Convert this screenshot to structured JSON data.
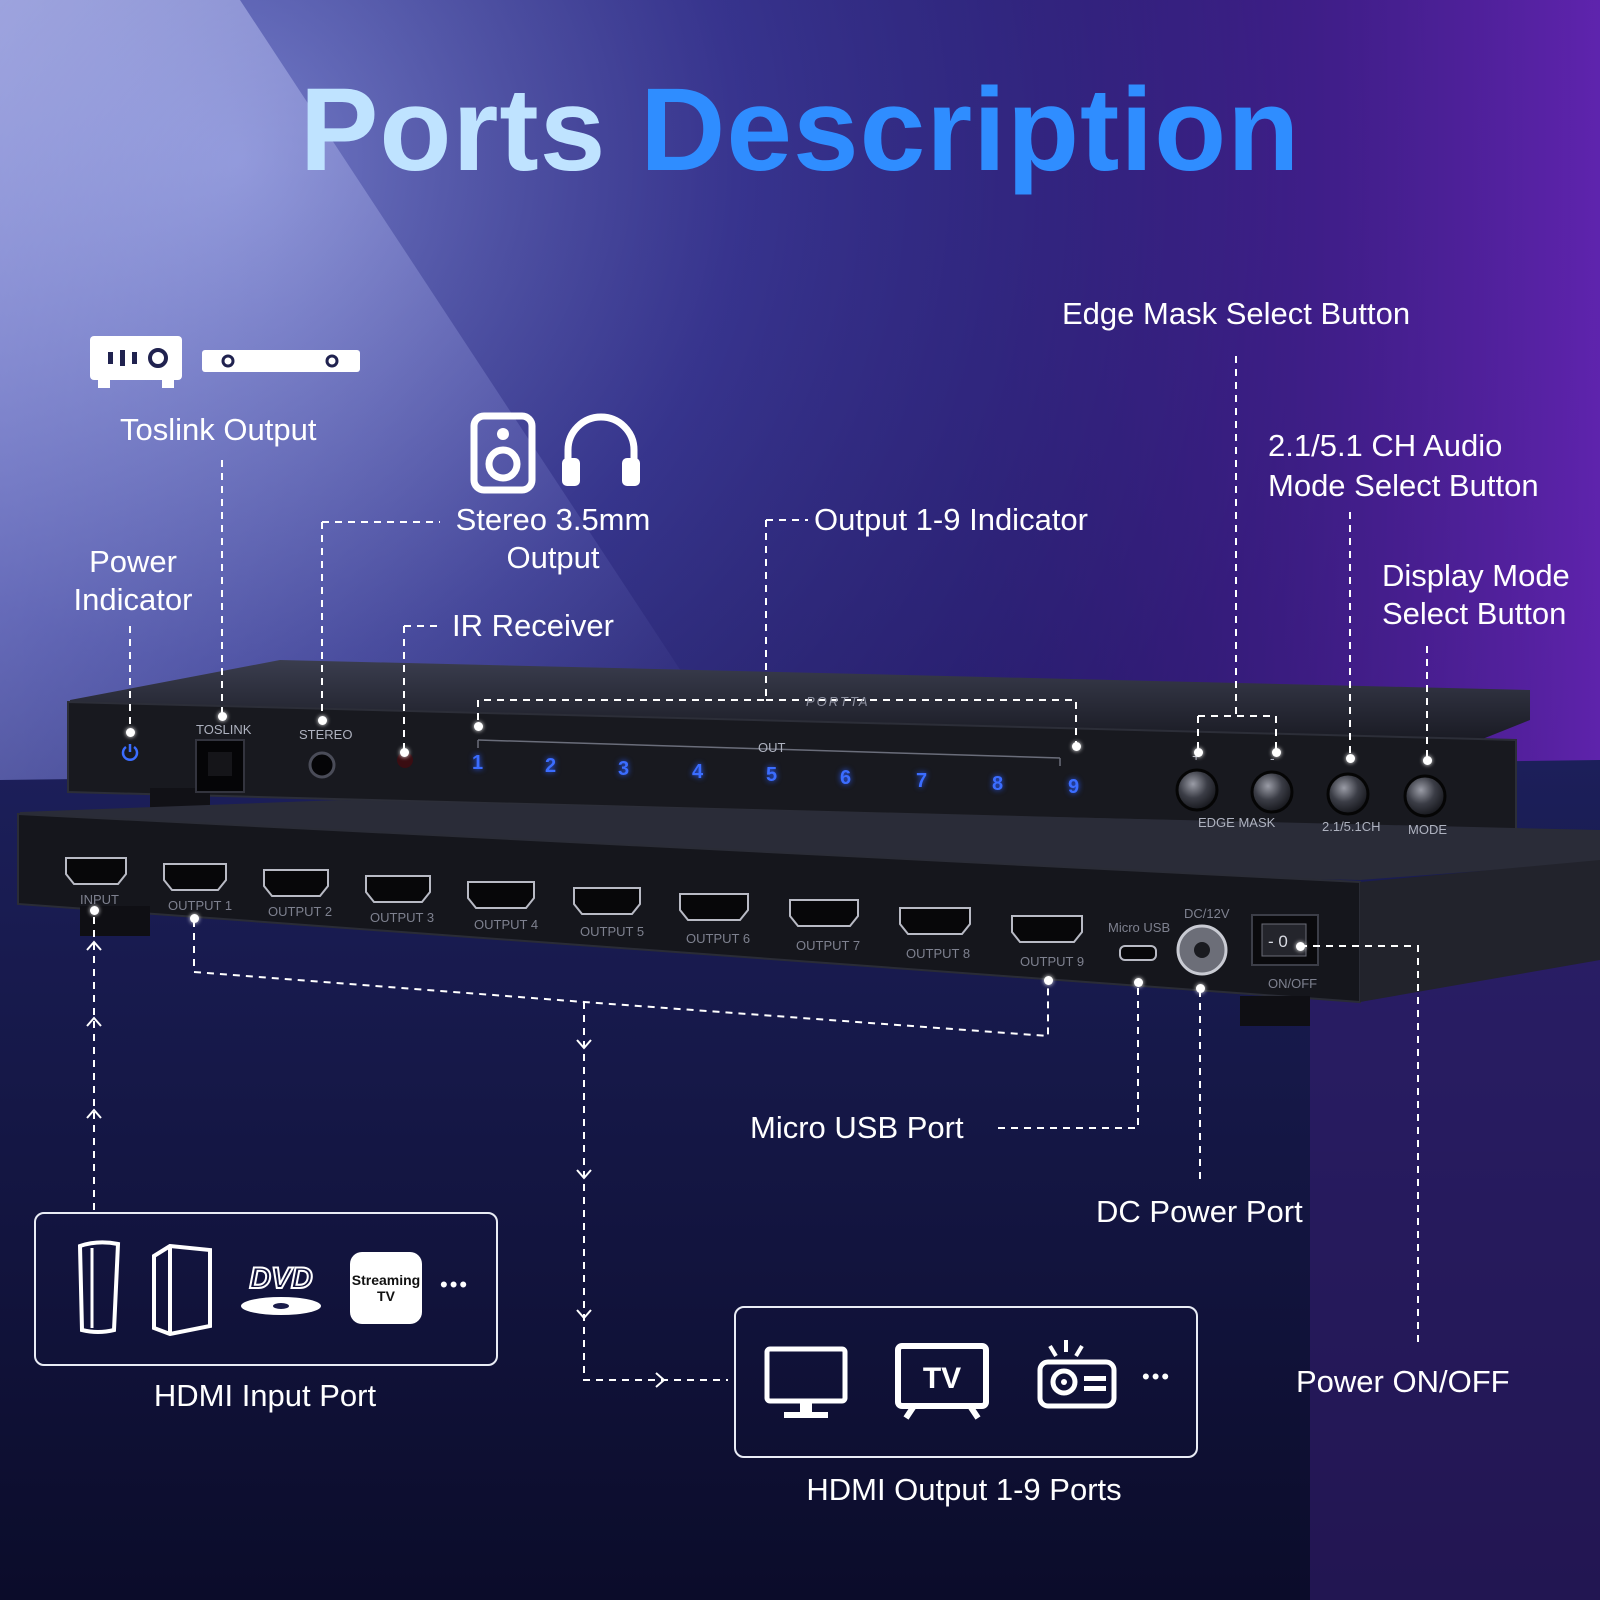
{
  "title": {
    "word1": "Ports",
    "word2": "Description"
  },
  "callouts": {
    "edge_mask": "Edge Mask Select Button",
    "toslink": "Toslink Output",
    "audio_mode_line1": "2.1/5.1 CH Audio",
    "audio_mode_line2": "Mode Select Button",
    "stereo_line1": "Stereo 3.5mm",
    "stereo_line2": "Output",
    "output_indicator": "Output 1-9 Indicator",
    "power_indicator_line1": "Power",
    "power_indicator_line2": "Indicator",
    "display_mode_line1": "Display Mode",
    "display_mode_line2": "Select Button",
    "ir_receiver": "IR Receiver",
    "micro_usb": "Micro USB Port",
    "dc_power": "DC Power Port",
    "power_onoff": "Power ON/OFF",
    "hdmi_input": "HDMI Input Port",
    "hdmi_outputs": "HDMI Output 1-9 Ports"
  },
  "device_front": {
    "toslink": "TOSLINK",
    "stereo": "STEREO",
    "out": "OUT",
    "brand": "PORTTA",
    "indicators": [
      "1",
      "2",
      "3",
      "4",
      "5",
      "6",
      "7",
      "8",
      "9"
    ],
    "plus": "+",
    "minus": "-",
    "edge_mask": "EDGE MASK",
    "audio_ch": "2.1/5.1CH",
    "mode": "MODE"
  },
  "device_back": {
    "input": "INPUT",
    "outputs": [
      "OUTPUT 1",
      "OUTPUT 2",
      "OUTPUT 3",
      "OUTPUT 4",
      "OUTPUT 5",
      "OUTPUT 6",
      "OUTPUT 7",
      "OUTPUT 8",
      "OUTPUT 9"
    ],
    "micro_usb": "Micro USB",
    "dc": "DC/12V",
    "onoff": "ON/OFF",
    "switch": "- 0"
  },
  "sources": {
    "dvd": "DVD",
    "streaming_line1": "Streaming",
    "streaming_line2": "TV",
    "more": "•••"
  },
  "displays": {
    "tv": "TV",
    "more": "•••"
  },
  "icons": [
    "soundbar-icon",
    "receiver-icon",
    "speaker-icon",
    "headphones-icon",
    "power-icon",
    "console-icon",
    "xbox-icon",
    "dvd-icon",
    "streaming-tv-icon",
    "monitor-icon",
    "tv-icon",
    "projector-icon"
  ],
  "colors": {
    "title_light": "#bfe3ff",
    "title_blue": "#2f8dff",
    "indicator_blue": "#3b6dff"
  }
}
